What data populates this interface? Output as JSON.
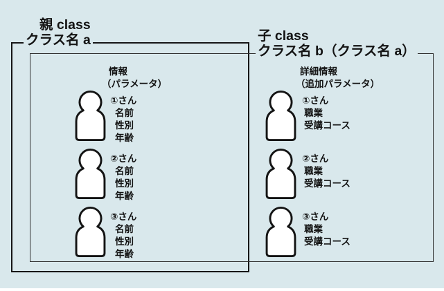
{
  "diagram": {
    "background_color": "#d9e8ec",
    "bottom_strip_color": "#ffffff",
    "parent_class": {
      "title": "親 class",
      "name": "クラス名 a",
      "border_color": "#161616",
      "section_title": "情報",
      "section_subtitle": "（パラメータ）",
      "members": [
        {
          "id": "①さん",
          "attrs": [
            "名前",
            "性別",
            "年齢"
          ]
        },
        {
          "id": "②さん",
          "attrs": [
            "名前",
            "性別",
            "年齢"
          ]
        },
        {
          "id": "③さん",
          "attrs": [
            "名前",
            "性別",
            "年齢"
          ]
        }
      ]
    },
    "child_class": {
      "title": "子 class",
      "name": "クラス名 b（クラス名 a）",
      "border_color": "#303030",
      "section_title": "詳細情報",
      "section_subtitle": "（追加パラメータ）",
      "members": [
        {
          "id": "①さん",
          "attrs": [
            "職業",
            "受講コース"
          ]
        },
        {
          "id": "②さん",
          "attrs": [
            "職業",
            "受講コース"
          ]
        },
        {
          "id": "③さん",
          "attrs": [
            "職業",
            "受講コース"
          ]
        }
      ]
    },
    "person_icon": {
      "fill": "#ffffff",
      "stroke": "#141414"
    }
  }
}
